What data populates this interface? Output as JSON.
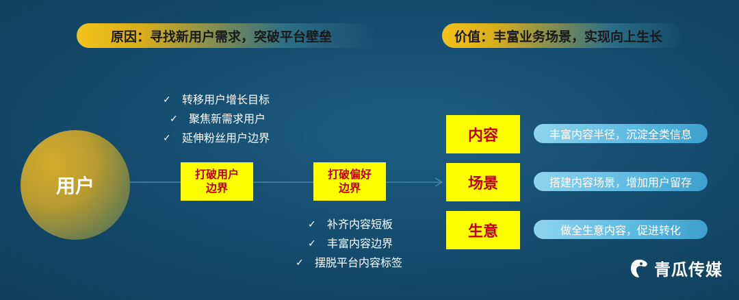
{
  "header": {
    "left": "原因：寻找新用户需求，突破平台壁垒",
    "right": "价值：丰富业务场景，实现向上生长"
  },
  "user_node": "用户",
  "top_checklist": [
    "转移用户增长目标",
    "聚焦新需求用户",
    "延伸粉丝用户边界"
  ],
  "bottom_checklist": [
    "补齐内容短板",
    "丰富内容边界",
    "摆脱平台内容标签"
  ],
  "steps": {
    "break_user_1": "打破用户",
    "break_user_2": "边界",
    "break_pref_1": "打破偏好",
    "break_pref_2": "边界"
  },
  "values": [
    {
      "label": "内容",
      "desc": "丰富内容半径，沉淀全类信息"
    },
    {
      "label": "场景",
      "desc": "搭建内容场景，增加用户留存"
    },
    {
      "label": "生意",
      "desc": "做全生意内容，促进转化"
    }
  ],
  "brand": {
    "name": "青瓜传媒",
    "icon": "qinggua-logo-icon"
  },
  "colors": {
    "background": "#164d6f",
    "accent_yellow": "#ffff00",
    "accent_red": "#c00000",
    "pill_blue": "#5cb9df"
  }
}
